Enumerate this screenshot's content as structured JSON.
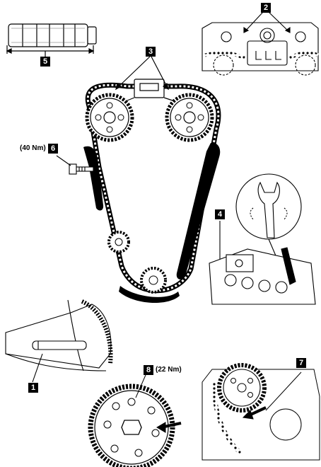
{
  "callouts": {
    "c1": "1",
    "c2": "2",
    "c3": "3",
    "c4": "4",
    "c5": "5",
    "c6": "6",
    "c7": "7",
    "c8": "8"
  },
  "torques": {
    "t6": "(40 Nm)",
    "t8": "(22 Nm)"
  },
  "colors": {
    "ink": "#000000",
    "paper": "#ffffff"
  }
}
